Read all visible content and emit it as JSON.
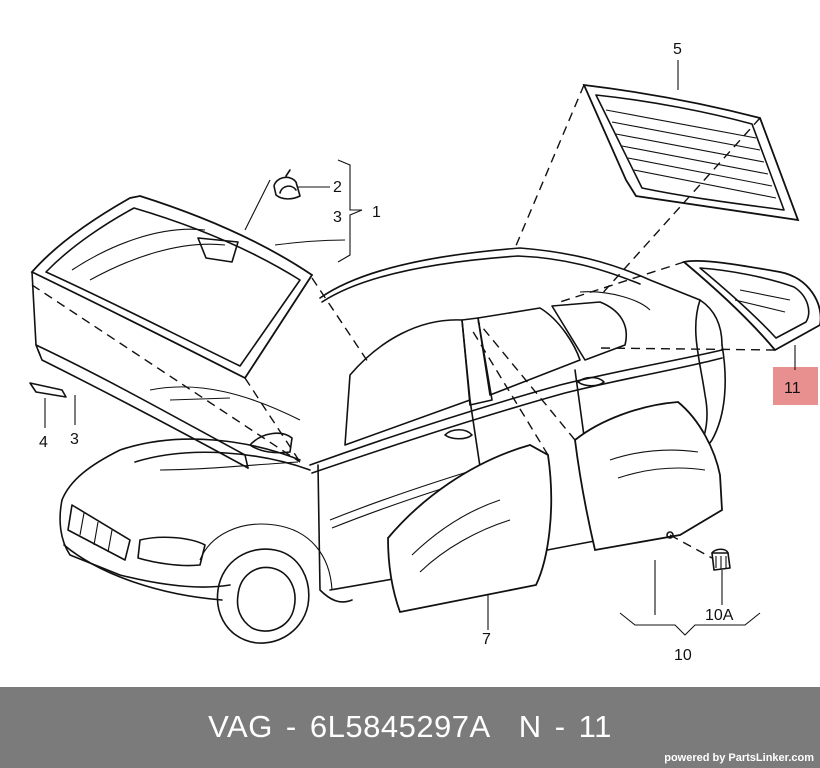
{
  "diagram": {
    "callouts": {
      "c1": "1",
      "c2": "2",
      "c3a": "3",
      "c3b": "3",
      "c4": "4",
      "c5": "5",
      "c7": "7",
      "c10": "10",
      "c10a": "10A",
      "c11": "11"
    },
    "highlight_color": "#e88f8f"
  },
  "footer": {
    "brand": "VAG - 6L5845297A",
    "ref": "N - 11",
    "powered": "powered by PartsLinker.com",
    "background": "#7b7b7b"
  }
}
